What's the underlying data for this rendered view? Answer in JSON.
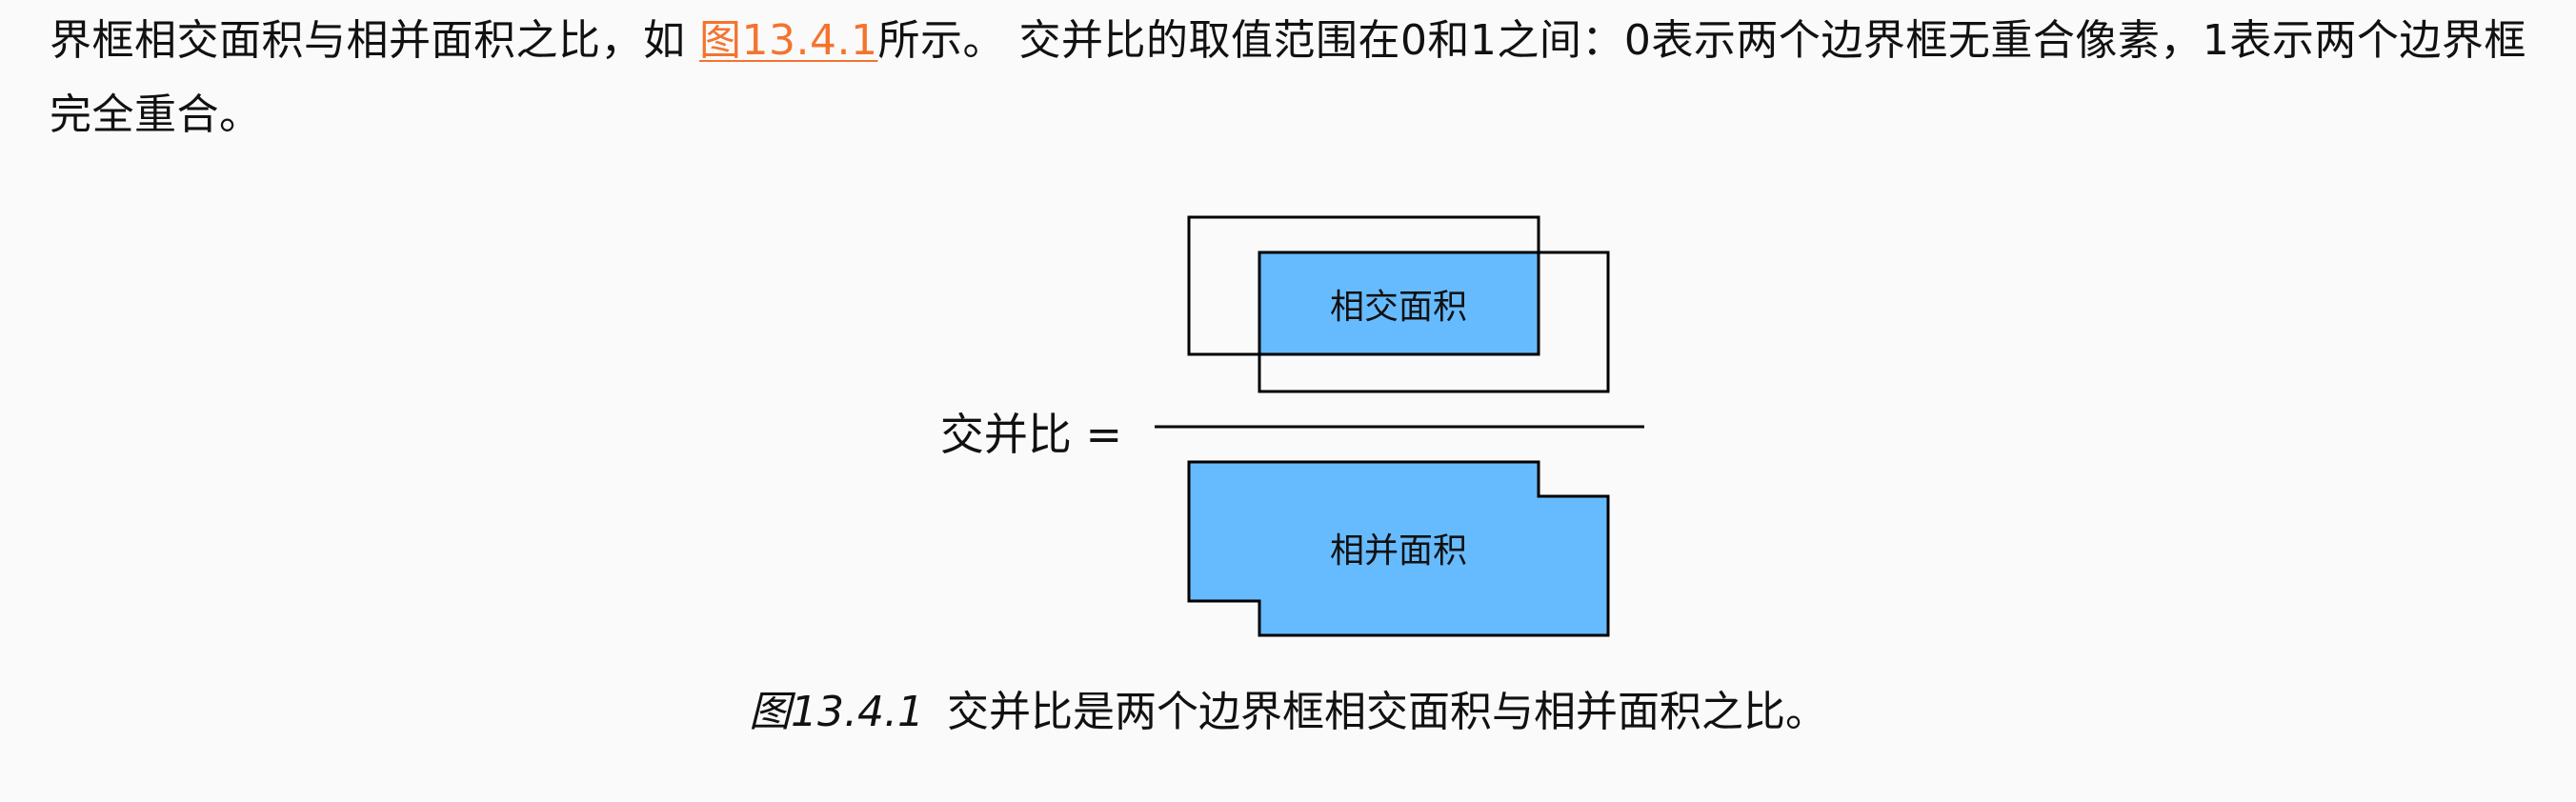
{
  "paragraph": {
    "text_before_link": "界框相交面积与相并面积之比，如 ",
    "link_text": "图13.4.1",
    "text_after_link": "所示。 交并比的取值范围在0和1之间：0表示两个边界框无重合像素，1表示两个边界框完全重合。"
  },
  "diagram": {
    "intersection_label": "相交面积",
    "union_label": "相并面积",
    "equation_label": "交并比 =",
    "fill_color": "#66bbff",
    "stroke_color": "#000000"
  },
  "caption": {
    "figure_number": "图13.4.1",
    "text": "交并比是两个边界框相交面积与相并面积之比。"
  },
  "colors": {
    "link": "#f4742f",
    "background": "#fafafa",
    "text": "#111111"
  }
}
